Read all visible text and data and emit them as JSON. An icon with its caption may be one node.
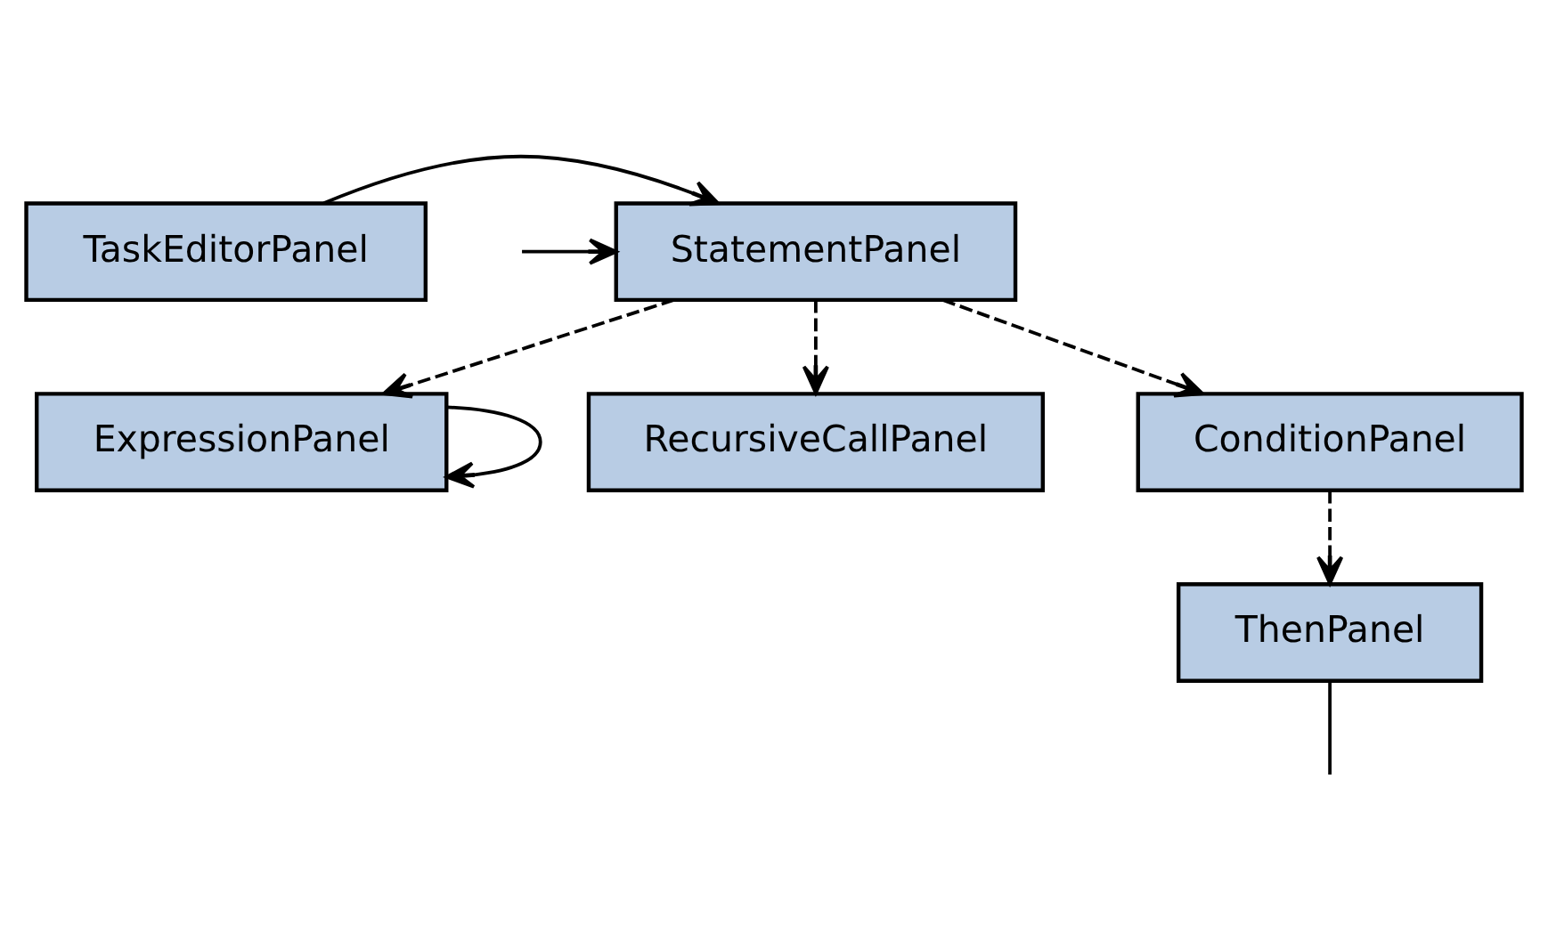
{
  "diagram": {
    "nodes": [
      {
        "text": [
          "TaskEditorPanel"
        ]
      },
      {
        "text": [
          "StatementPanel"
        ]
      },
      {
        "text": [
          "ExpressionPanel"
        ]
      },
      {
        "text": [
          "RecursiveCallPanel"
        ]
      },
      {
        "text": [
          "ConditionPanel"
        ]
      },
      {
        "text": [
          "ThenPanel"
        ]
      }
    ],
    "edges": [
      {
        "from": 0,
        "to": 1,
        "arrow": "to"
      },
      {
        "from": null,
        "to": 1,
        "arrow": "to"
      },
      {
        "from": 1,
        "to": 2,
        "arrow": "to",
        "style": "dashed"
      },
      {
        "from": 1,
        "to": 3,
        "arrow": "to",
        "style": "dashed"
      },
      {
        "from": 1,
        "to": 4,
        "arrow": "to",
        "style": "dashed"
      },
      {
        "from": 2,
        "to": 2,
        "arrow": "to"
      },
      {
        "from": 4,
        "to": 5,
        "arrow": "to",
        "style": "dashed"
      },
      {
        "from": 5,
        "to": null,
        "arrow": "none"
      }
    ]
  }
}
